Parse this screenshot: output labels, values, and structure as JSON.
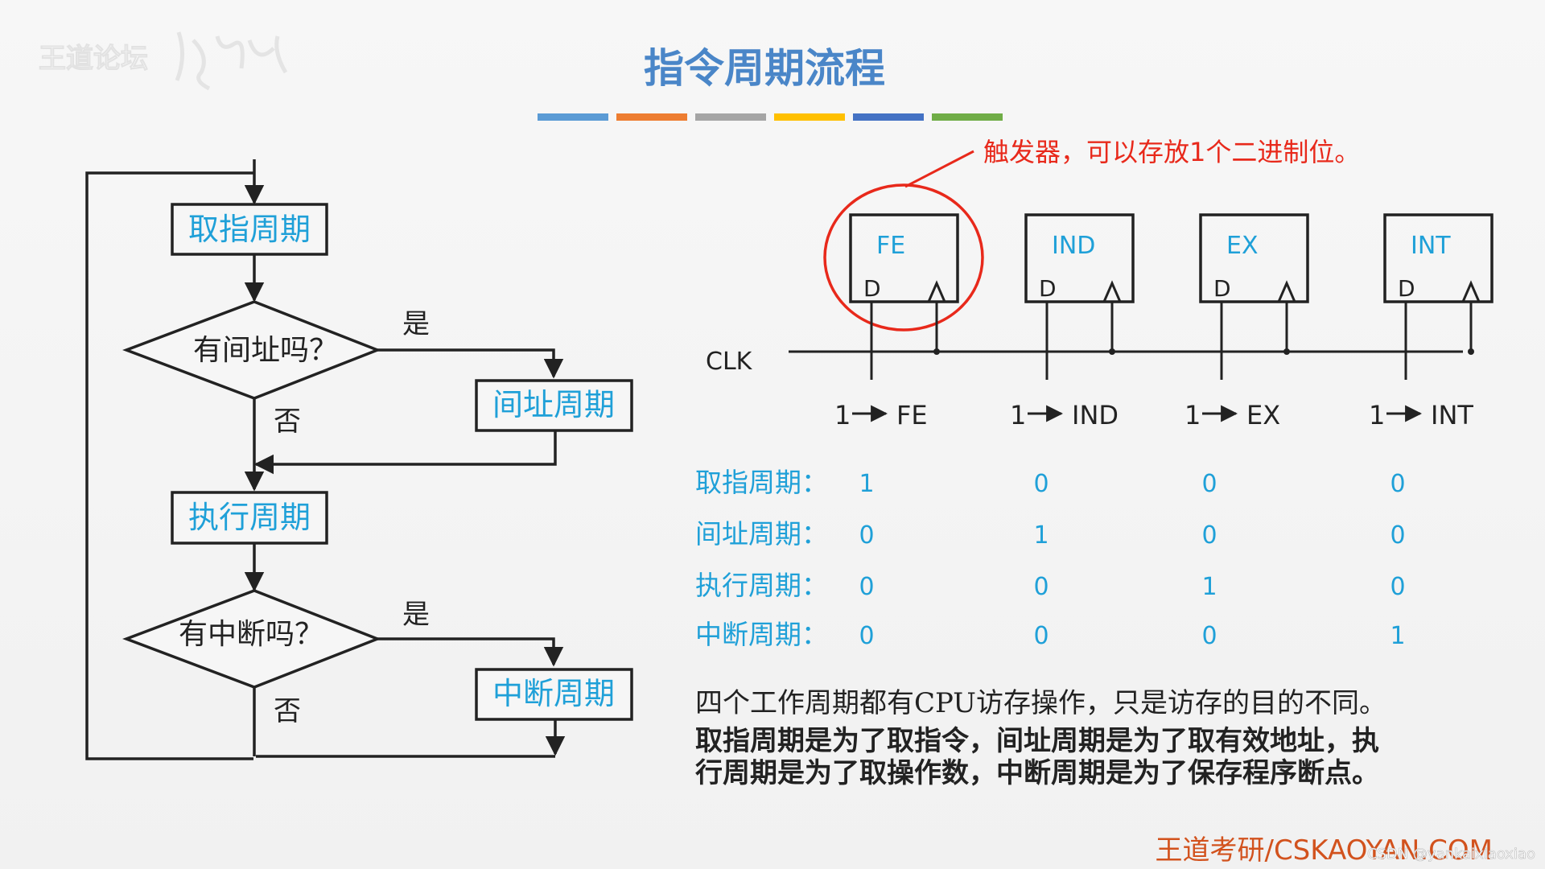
{
  "watermark": {
    "logo_text": "王道论坛",
    "csdn": "CSDN @yankaixiaoxiao"
  },
  "title": "指令周期流程",
  "title_bar_colors": [
    "#5b9bd5",
    "#ed7d31",
    "#a5a5a5",
    "#ffc000",
    "#4472c4",
    "#70ad47"
  ],
  "colors": {
    "title": "#4a86c8",
    "blue_text": "#1fa0d8",
    "annotation_red": "#e8291b",
    "footer_orange": "#d2521d"
  },
  "flowchart": {
    "fetch": "取指周期",
    "indirect_q": "有间址吗？",
    "indirect": "间址周期",
    "execute": "执行周期",
    "interrupt_q": "有中断吗？",
    "interrupt": "中断周期",
    "yes1": "是",
    "no1": "否",
    "yes2": "是",
    "no2": "否"
  },
  "flipflops": {
    "annotation": "触发器，可以存放1个二进制位。",
    "clk": "CLK",
    "d_label": "D",
    "items": [
      {
        "name": "FE",
        "output": "1 FE"
      },
      {
        "name": "IND",
        "output": "1 IND"
      },
      {
        "name": "EX",
        "output": "1 EX"
      },
      {
        "name": "INT",
        "output": "1 INT"
      }
    ]
  },
  "table": {
    "rows": [
      {
        "label": "取指周期：",
        "values": [
          "1",
          "0",
          "0",
          "0"
        ]
      },
      {
        "label": "间址周期：",
        "values": [
          "0",
          "1",
          "0",
          "0"
        ]
      },
      {
        "label": "执行周期：",
        "values": [
          "0",
          "0",
          "1",
          "0"
        ]
      },
      {
        "label": "中断周期：",
        "values": [
          "0",
          "0",
          "0",
          "1"
        ]
      }
    ]
  },
  "notes": {
    "line1": "四个工作周期都有CPU访存操作，只是访存的目的不同。",
    "line2": "取指周期是为了取指令，间址周期是为了取有效地址，执",
    "line3": "行周期是为了取操作数，中断周期是为了保存程序断点。"
  },
  "footer": "王道考研/CSKAOYAN.COM"
}
